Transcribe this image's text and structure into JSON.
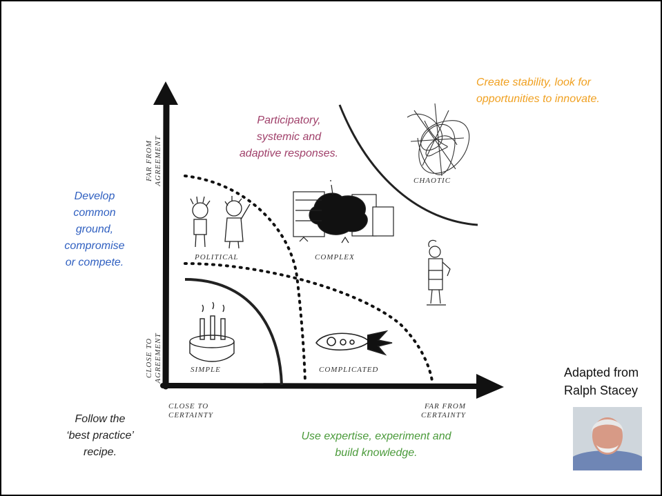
{
  "notes": {
    "chaotic_advice": "Create stability, look for\nopportunities to innovate.",
    "complex_advice": "Participatory,\nsystemic and\nadaptive responses.",
    "political_advice": "Develop\ncommon\nground,\ncompromise\nor compete.",
    "simple_advice": "Follow the\n‘best practice’\nrecipe.",
    "complicated_advice": "Use expertise, experiment and\nbuild knowledge."
  },
  "axes": {
    "y_top_label": "FAR FROM\nAGREEMENT",
    "y_bottom_label": "CLOSE TO\nAGREEMENT",
    "x_left_label": "CLOSE TO\nCERTAINTY",
    "x_right_label": "FAR FROM\nCERTAINTY"
  },
  "zones": {
    "chaotic": "CHAOTIC",
    "political": "POLITICAL",
    "complex": "COMPLEX",
    "simple": "SIMPLE",
    "complicated": "COMPLICATED"
  },
  "credit": {
    "text": "Adapted from\nRalph Stacey"
  },
  "colors": {
    "orange": "#f0a020",
    "purple": "#a0406a",
    "blue": "#2f5fc0",
    "green": "#4a9a3a",
    "black": "#000000"
  }
}
